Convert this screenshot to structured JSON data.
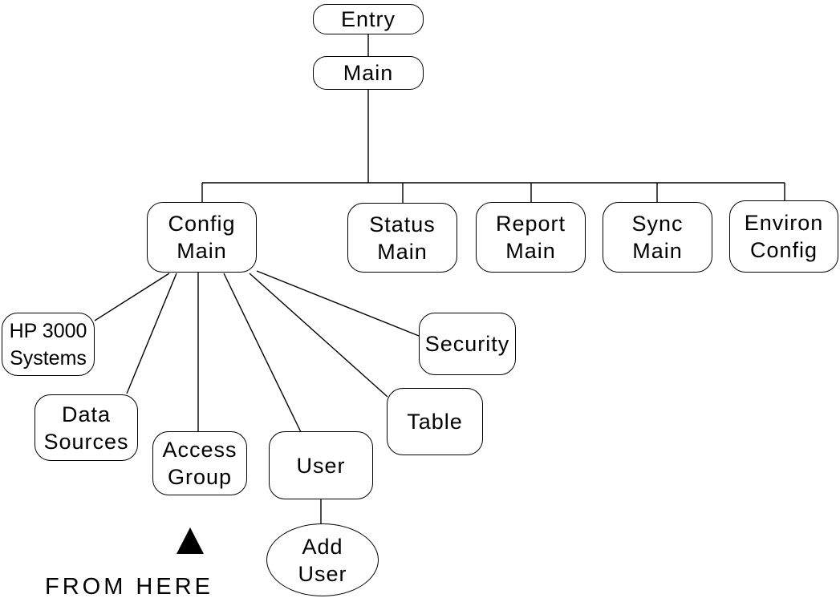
{
  "diagram": {
    "type": "tree",
    "description": "Menu hierarchy tree with rounded-rectangle screens, an ellipse action node, and a FROM HERE marker",
    "colors": {
      "background": "#ffffff",
      "stroke": "#000000",
      "text": "#000000",
      "marker_fill": "#000000"
    },
    "nodes": {
      "entry": {
        "label": "Entry",
        "shape": "rounded-rect"
      },
      "main": {
        "label": "Main",
        "shape": "rounded-rect"
      },
      "config_main": {
        "label": "Config\nMain",
        "shape": "rounded-rect"
      },
      "status_main": {
        "label": "Status\nMain",
        "shape": "rounded-rect"
      },
      "report_main": {
        "label": "Report\nMain",
        "shape": "rounded-rect"
      },
      "sync_main": {
        "label": "Sync\nMain",
        "shape": "rounded-rect"
      },
      "environ_config": {
        "label": "Environ\nConfig",
        "shape": "rounded-rect"
      },
      "hp3000_systems": {
        "label": "HP 3000\nSystems",
        "shape": "rounded-rect"
      },
      "data_sources": {
        "label": "Data\nSources",
        "shape": "rounded-rect"
      },
      "access_group": {
        "label": "Access\nGroup",
        "shape": "rounded-rect"
      },
      "user": {
        "label": "User",
        "shape": "rounded-rect"
      },
      "security": {
        "label": "Security",
        "shape": "rounded-rect"
      },
      "table": {
        "label": "Table",
        "shape": "rounded-rect"
      },
      "add_user": {
        "label": "Add\nUser",
        "shape": "ellipse"
      }
    },
    "edges": [
      {
        "from": "Entry",
        "to": "Main"
      },
      {
        "from": "Main",
        "to": "Config Main"
      },
      {
        "from": "Main",
        "to": "Status Main"
      },
      {
        "from": "Main",
        "to": "Report Main"
      },
      {
        "from": "Main",
        "to": "Sync Main"
      },
      {
        "from": "Main",
        "to": "Environ Config"
      },
      {
        "from": "Config Main",
        "to": "HP 3000 Systems"
      },
      {
        "from": "Config Main",
        "to": "Data Sources"
      },
      {
        "from": "Config Main",
        "to": "Access Group"
      },
      {
        "from": "Config Main",
        "to": "User"
      },
      {
        "from": "Config Main",
        "to": "Table"
      },
      {
        "from": "Config Main",
        "to": "Security"
      },
      {
        "from": "User",
        "to": "Add User"
      }
    ],
    "annotation": {
      "label": "FROM HERE",
      "marker": "filled-up-triangle",
      "points_at": "Access Group"
    }
  }
}
